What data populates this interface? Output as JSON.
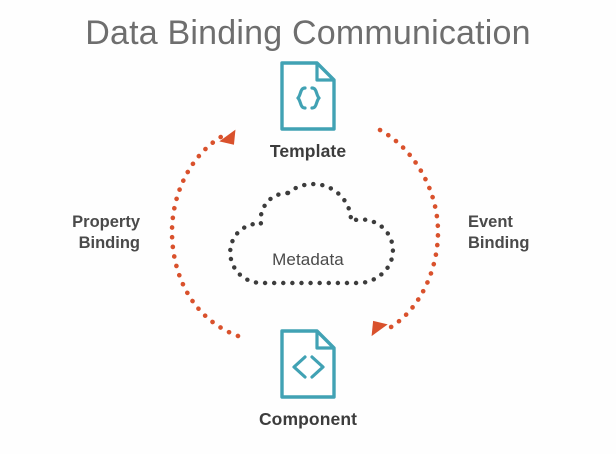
{
  "title": "Data Binding Communication",
  "colors": {
    "teal": "#41a2b4",
    "orange": "#d9512c",
    "dark_gray": "#3c3c3c",
    "title_gray": "#6e6e6e",
    "background": "#fefefe"
  },
  "nodes": {
    "template": {
      "label": "Template",
      "icon": "document-braces-icon",
      "icon_glyph": "{ }"
    },
    "component": {
      "label": "Component",
      "icon": "document-angle-brackets-icon",
      "icon_glyph": "< >"
    },
    "metadata": {
      "label": "Metadata",
      "icon": "dotted-cloud-icon"
    }
  },
  "flows": {
    "property_binding": {
      "line1": "Property",
      "line2": "Binding",
      "direction": "component-to-template",
      "side": "left",
      "style": "dotted-arc-arrow"
    },
    "event_binding": {
      "line1": "Event",
      "line2": "Binding",
      "direction": "template-to-component",
      "side": "right",
      "style": "dotted-arc-arrow"
    }
  },
  "chart_data": {
    "type": "diagram",
    "title": "Data Binding Communication",
    "nodes": [
      {
        "id": "template",
        "label": "Template",
        "position": "top"
      },
      {
        "id": "metadata",
        "label": "Metadata",
        "position": "center"
      },
      {
        "id": "component",
        "label": "Component",
        "position": "bottom"
      }
    ],
    "edges": [
      {
        "from": "component",
        "to": "template",
        "label": "Property Binding",
        "side": "left",
        "color": "#d9512c"
      },
      {
        "from": "template",
        "to": "component",
        "label": "Event Binding",
        "side": "right",
        "color": "#d9512c"
      }
    ]
  }
}
